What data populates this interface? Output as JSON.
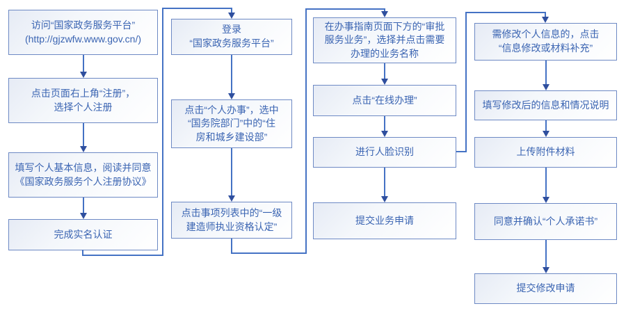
{
  "page": {
    "background": "#FFFFFF"
  },
  "colors": {
    "connector_line": "#4472C4",
    "arrowhead": "#2F4F9E",
    "box_border": "#6D89C4",
    "box_fill_start": "#E6EBF5",
    "box_fill_end": "#FFFFFF",
    "box_text": "#3A64B2"
  },
  "flow": {
    "columns": [
      {
        "id": "register",
        "boxes": [
          {
            "text": "访问“国家政务服务平台”\n(http://gjzwfw.www.gov.cn/)"
          },
          {
            "text": "点击页面右上角“注册”，\n选择个人注册"
          },
          {
            "text": "填写个人基本信息，阅读并同意\n《国家政务服务个人注册协议》"
          },
          {
            "text": "完成实名认证"
          }
        ]
      },
      {
        "id": "login",
        "boxes": [
          {
            "text": "登录\n“国家政务服务平台”"
          },
          {
            "text": "点击“个人办事”，选中\n“国务院部门”中的“住\n房和城乡建设部”"
          },
          {
            "text": "点击事项列表中的“一级\n建造师执业资格认定”"
          }
        ]
      },
      {
        "id": "apply",
        "boxes": [
          {
            "text": "在办事指南页面下方的“审批\n服务业务”，选择并点击需要\n办理的业务名称"
          },
          {
            "text": "点击“在线办理”"
          },
          {
            "text": "进行人脸识别"
          },
          {
            "text": "提交业务申请"
          }
        ]
      },
      {
        "id": "modify",
        "boxes": [
          {
            "text": "需修改个人信息的，点击\n“信息修改或材料补充”"
          },
          {
            "text": "填写修改后的信息和情况说明"
          },
          {
            "text": "上传附件材料"
          },
          {
            "text": "同意并确认“个人承诺书”"
          },
          {
            "text": "提交修改申请"
          }
        ]
      }
    ]
  }
}
